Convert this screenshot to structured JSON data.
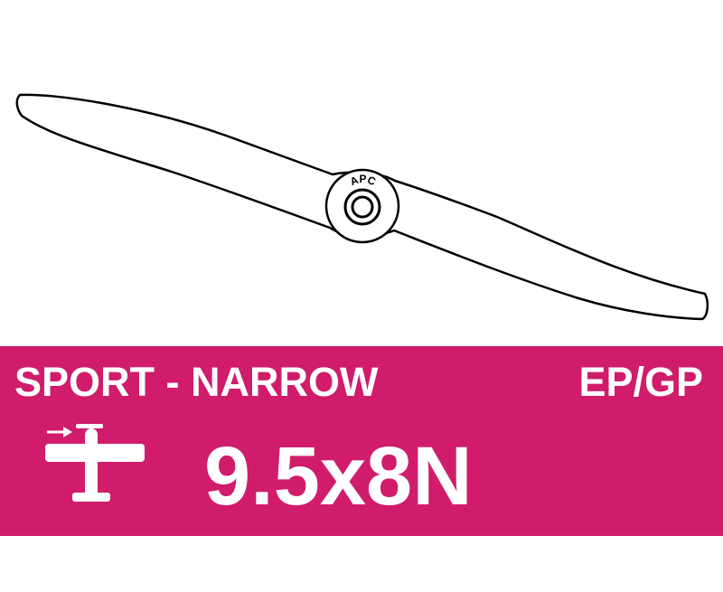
{
  "product": {
    "hub_logo_text": "APC",
    "category": "SPORT - NARROW",
    "engine_type": "EP/GP",
    "size": "9.5x8N"
  },
  "icons": {
    "propeller": "propeller-drawing",
    "plane": "airplane-icon"
  },
  "colors": {
    "banner": "#d01c6a",
    "text_on_banner": "#ffffff",
    "outline": "#000000",
    "background": "#ffffff"
  }
}
